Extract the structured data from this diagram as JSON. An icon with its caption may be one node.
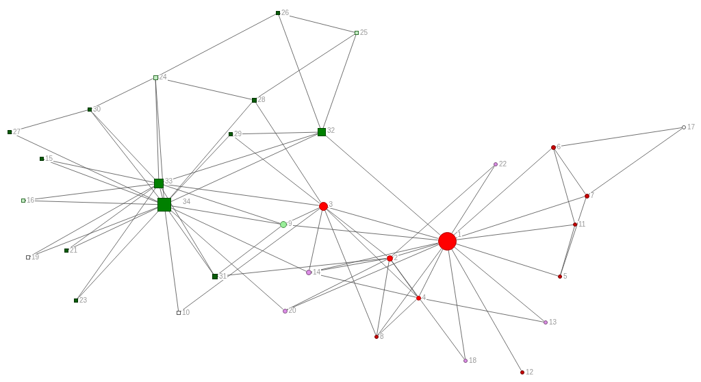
{
  "diagram": {
    "nodes": [
      {
        "text": [],
        "shape": "circle",
        "beside": [
          "1"
        ]
      },
      {
        "text": [],
        "shape": "circle",
        "beside": [
          "2"
        ]
      },
      {
        "text": [],
        "shape": "circle",
        "beside": [
          "3"
        ]
      },
      {
        "text": [],
        "shape": "circle",
        "beside": [
          "4"
        ]
      },
      {
        "text": [],
        "shape": "circle",
        "beside": [
          "5"
        ]
      },
      {
        "text": [],
        "shape": "circle",
        "beside": [
          "6"
        ]
      },
      {
        "text": [],
        "shape": "circle",
        "beside": [
          "7"
        ]
      },
      {
        "text": [],
        "shape": "circle",
        "beside": [
          "8"
        ]
      },
      {
        "text": [],
        "shape": "circle",
        "beside": [
          "9"
        ]
      },
      {
        "text": [],
        "shape": "box",
        "beside": [
          "10"
        ]
      },
      {
        "text": [],
        "shape": "circle",
        "beside": [
          "11"
        ]
      },
      {
        "text": [],
        "shape": "circle",
        "beside": [
          "12"
        ]
      },
      {
        "text": [],
        "shape": "circle",
        "beside": [
          "13"
        ]
      },
      {
        "text": [],
        "shape": "circle",
        "beside": [
          "14"
        ]
      },
      {
        "text": [],
        "shape": "box",
        "beside": [
          "15"
        ]
      },
      {
        "text": [],
        "shape": "box",
        "beside": [
          "16"
        ]
      },
      {
        "text": [],
        "shape": "circle",
        "beside": [
          "17"
        ]
      },
      {
        "text": [],
        "shape": "circle",
        "beside": [
          "18"
        ]
      },
      {
        "text": [],
        "shape": "box",
        "beside": [
          "19"
        ]
      },
      {
        "text": [],
        "shape": "circle",
        "beside": [
          "20"
        ]
      },
      {
        "text": [],
        "shape": "box",
        "beside": [
          "21"
        ]
      },
      {
        "text": [],
        "shape": "circle",
        "beside": [
          "22"
        ]
      },
      {
        "text": [],
        "shape": "box",
        "beside": [
          "23"
        ]
      },
      {
        "text": [],
        "shape": "box",
        "beside": [
          "24"
        ]
      },
      {
        "text": [],
        "shape": "box",
        "beside": [
          "25"
        ]
      },
      {
        "text": [],
        "shape": "box",
        "beside": [
          "26"
        ]
      },
      {
        "text": [],
        "shape": "box",
        "beside": [
          "27"
        ]
      },
      {
        "text": [],
        "shape": "box",
        "beside": [
          "28"
        ]
      },
      {
        "text": [],
        "shape": "box",
        "beside": [
          "29"
        ]
      },
      {
        "text": [],
        "shape": "box",
        "beside": [
          "30"
        ]
      },
      {
        "text": [],
        "shape": "box",
        "beside": [
          "31"
        ]
      },
      {
        "text": [],
        "shape": "box",
        "beside": [
          "32"
        ]
      },
      {
        "text": [],
        "shape": "box",
        "beside": [
          "33"
        ]
      },
      {
        "text": [],
        "shape": "box",
        "beside": [
          "34"
        ]
      }
    ],
    "edges": [
      {
        "from": 0,
        "to": 1,
        "arrow": "none"
      },
      {
        "from": 0,
        "to": 2,
        "arrow": "none"
      },
      {
        "from": 0,
        "to": 3,
        "arrow": "none"
      },
      {
        "from": 0,
        "to": 4,
        "arrow": "none"
      },
      {
        "from": 0,
        "to": 5,
        "arrow": "none"
      },
      {
        "from": 0,
        "to": 6,
        "arrow": "none"
      },
      {
        "from": 0,
        "to": 7,
        "arrow": "none"
      },
      {
        "from": 0,
        "to": 8,
        "arrow": "none"
      },
      {
        "from": 0,
        "to": 10,
        "arrow": "none"
      },
      {
        "from": 0,
        "to": 11,
        "arrow": "none"
      },
      {
        "from": 0,
        "to": 12,
        "arrow": "none"
      },
      {
        "from": 0,
        "to": 13,
        "arrow": "none"
      },
      {
        "from": 0,
        "to": 17,
        "arrow": "none"
      },
      {
        "from": 0,
        "to": 19,
        "arrow": "none"
      },
      {
        "from": 0,
        "to": 21,
        "arrow": "none"
      },
      {
        "from": 0,
        "to": 31,
        "arrow": "none"
      },
      {
        "from": 1,
        "to": 2,
        "arrow": "none"
      },
      {
        "from": 1,
        "to": 3,
        "arrow": "none"
      },
      {
        "from": 1,
        "to": 7,
        "arrow": "none"
      },
      {
        "from": 1,
        "to": 13,
        "arrow": "none"
      },
      {
        "from": 1,
        "to": 17,
        "arrow": "none"
      },
      {
        "from": 1,
        "to": 19,
        "arrow": "none"
      },
      {
        "from": 1,
        "to": 21,
        "arrow": "none"
      },
      {
        "from": 1,
        "to": 30,
        "arrow": "none"
      },
      {
        "from": 2,
        "to": 3,
        "arrow": "none"
      },
      {
        "from": 2,
        "to": 7,
        "arrow": "none"
      },
      {
        "from": 2,
        "to": 8,
        "arrow": "none"
      },
      {
        "from": 2,
        "to": 9,
        "arrow": "none"
      },
      {
        "from": 2,
        "to": 13,
        "arrow": "none"
      },
      {
        "from": 2,
        "to": 27,
        "arrow": "none"
      },
      {
        "from": 2,
        "to": 28,
        "arrow": "none"
      },
      {
        "from": 2,
        "to": 32,
        "arrow": "none"
      },
      {
        "from": 3,
        "to": 7,
        "arrow": "none"
      },
      {
        "from": 3,
        "to": 12,
        "arrow": "none"
      },
      {
        "from": 3,
        "to": 13,
        "arrow": "none"
      },
      {
        "from": 4,
        "to": 6,
        "arrow": "none"
      },
      {
        "from": 4,
        "to": 10,
        "arrow": "none"
      },
      {
        "from": 5,
        "to": 6,
        "arrow": "none"
      },
      {
        "from": 5,
        "to": 10,
        "arrow": "none"
      },
      {
        "from": 5,
        "to": 16,
        "arrow": "none"
      },
      {
        "from": 6,
        "to": 16,
        "arrow": "none"
      },
      {
        "from": 8,
        "to": 30,
        "arrow": "none"
      },
      {
        "from": 8,
        "to": 32,
        "arrow": "none"
      },
      {
        "from": 8,
        "to": 33,
        "arrow": "none"
      },
      {
        "from": 9,
        "to": 33,
        "arrow": "none"
      },
      {
        "from": 13,
        "to": 33,
        "arrow": "none"
      },
      {
        "from": 14,
        "to": 32,
        "arrow": "none"
      },
      {
        "from": 14,
        "to": 33,
        "arrow": "none"
      },
      {
        "from": 15,
        "to": 32,
        "arrow": "none"
      },
      {
        "from": 15,
        "to": 33,
        "arrow": "none"
      },
      {
        "from": 18,
        "to": 32,
        "arrow": "none"
      },
      {
        "from": 18,
        "to": 33,
        "arrow": "none"
      },
      {
        "from": 19,
        "to": 33,
        "arrow": "none"
      },
      {
        "from": 20,
        "to": 32,
        "arrow": "none"
      },
      {
        "from": 20,
        "to": 33,
        "arrow": "none"
      },
      {
        "from": 22,
        "to": 32,
        "arrow": "none"
      },
      {
        "from": 22,
        "to": 33,
        "arrow": "none"
      },
      {
        "from": 23,
        "to": 25,
        "arrow": "none"
      },
      {
        "from": 23,
        "to": 27,
        "arrow": "none"
      },
      {
        "from": 23,
        "to": 29,
        "arrow": "none"
      },
      {
        "from": 23,
        "to": 32,
        "arrow": "none"
      },
      {
        "from": 23,
        "to": 33,
        "arrow": "none"
      },
      {
        "from": 24,
        "to": 25,
        "arrow": "none"
      },
      {
        "from": 24,
        "to": 27,
        "arrow": "none"
      },
      {
        "from": 24,
        "to": 31,
        "arrow": "none"
      },
      {
        "from": 25,
        "to": 31,
        "arrow": "none"
      },
      {
        "from": 26,
        "to": 29,
        "arrow": "none"
      },
      {
        "from": 26,
        "to": 33,
        "arrow": "none"
      },
      {
        "from": 27,
        "to": 33,
        "arrow": "none"
      },
      {
        "from": 28,
        "to": 31,
        "arrow": "none"
      },
      {
        "from": 28,
        "to": 33,
        "arrow": "none"
      },
      {
        "from": 29,
        "to": 32,
        "arrow": "none"
      },
      {
        "from": 29,
        "to": 33,
        "arrow": "none"
      },
      {
        "from": 30,
        "to": 32,
        "arrow": "none"
      },
      {
        "from": 30,
        "to": 33,
        "arrow": "none"
      },
      {
        "from": 31,
        "to": 32,
        "arrow": "none"
      },
      {
        "from": 31,
        "to": 33,
        "arrow": "none"
      },
      {
        "from": 32,
        "to": 33,
        "arrow": "none"
      }
    ]
  }
}
